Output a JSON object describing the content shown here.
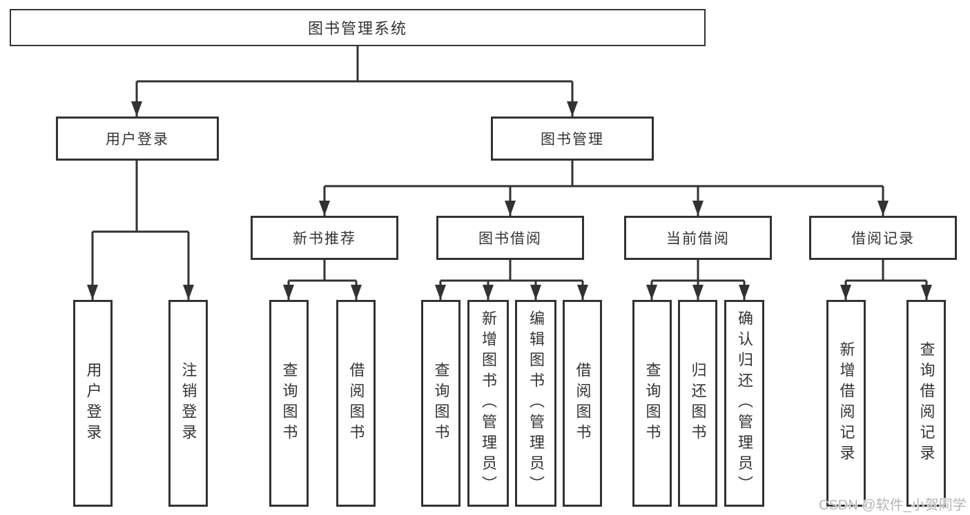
{
  "diagram": {
    "root": {
      "label": "图书管理系统"
    },
    "level2": {
      "user_login": {
        "label": "用户登录"
      },
      "book_management": {
        "label": "图书管理"
      }
    },
    "level3": {
      "new_book_recommend": {
        "label": "新书推荐"
      },
      "book_borrow": {
        "label": "图书借阅"
      },
      "current_borrow": {
        "label": "当前借阅"
      },
      "borrow_records": {
        "label": "借阅记录"
      }
    },
    "leaves": {
      "user_login": {
        "label": "用户登录"
      },
      "logout_login": {
        "label": "注销登录"
      },
      "nb_query_books": {
        "label": "查询图书"
      },
      "nb_borrow_books": {
        "label": "借阅图书"
      },
      "bb_query_books": {
        "label": "查询图书"
      },
      "bb_add_books_admin": {
        "label": "新增图书（管理员）"
      },
      "bb_edit_books_admin": {
        "label": "编辑图书（管理员）"
      },
      "bb_borrow_books": {
        "label": "借阅图书"
      },
      "cb_query_books": {
        "label": "查询图书"
      },
      "cb_return_books": {
        "label": "归还图书"
      },
      "cb_confirm_return_admin": {
        "label": "确认归还（管理员）"
      },
      "br_add_record": {
        "label": "新增借阅记录"
      },
      "br_query_record": {
        "label": "查询借阅记录"
      }
    },
    "watermark": "CSDN @软件_小贺同学",
    "colors": {
      "line": "#323232",
      "text": "#333333",
      "watermark": "#b5b5b5",
      "background": "#ffffff"
    }
  }
}
